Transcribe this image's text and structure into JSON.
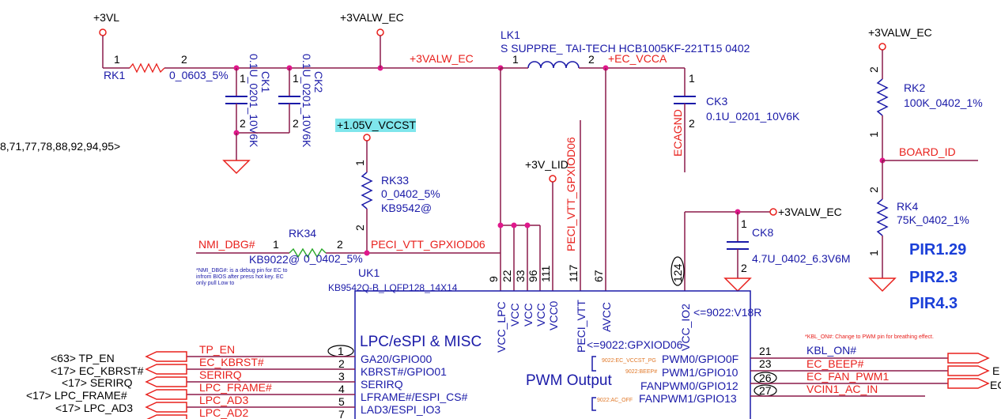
{
  "nets": {
    "p3vl": "+3VL",
    "p3valw_top": "+3VALW_EC",
    "p3valw_wire": "+3VALW_EC",
    "p3valw_right": "+3VALW_EC",
    "p3valw_ck8": "+3VALW_EC",
    "ec_vcca": "+EC_VCCA",
    "vccst": "+1.05V_VCCST",
    "p3v_lid": "+3V_LID",
    "board_id": "BOARD_ID",
    "ecagnd": "ECAGND",
    "peci_vtt_vertical": "PECI_VTT_GPXIOD06",
    "peci_vtt_wire": "PECI_VTT_GPXIOD06",
    "nmi_dbg": "NMI_DBG#",
    "offpage_refs": "8,71,77,78,88,92,94,95>"
  },
  "components": {
    "rk1": {
      "ref": "RK1",
      "value": "0_0603_5%",
      "pin1": "1",
      "pin2": "2"
    },
    "ck1": {
      "ref": "CK1",
      "value": "0.1U_0201_10V6K",
      "pin1": "1",
      "pin2": "2"
    },
    "ck2": {
      "ref": "CK2",
      "value": "0.1U_0201_10V6K",
      "pin1": "1",
      "pin2": "2"
    },
    "lk1": {
      "ref": "LK1",
      "value": "S SUPPRE_ TAI-TECH HCB1005KF-221T15 0402",
      "pin1": "1",
      "pin2": "2"
    },
    "ck3": {
      "ref": "CK3",
      "value": "0.1U_0201_10V6K",
      "pin1": "1",
      "pin2": "2"
    },
    "rk2": {
      "ref": "RK2",
      "value": "100K_0402_1%",
      "pin1": "1",
      "pin2": "2"
    },
    "rk4": {
      "ref": "RK4",
      "value": "75K_0402_1%",
      "pin1": "1",
      "pin2": "2"
    },
    "rk33": {
      "ref": "RK33",
      "value": "0_0402_5%",
      "variant": "KB9542@",
      "pin1": "1",
      "pin2": "2"
    },
    "rk34": {
      "ref": "RK34",
      "value": "0_0402_5%",
      "variant": "KB9022@",
      "pin1": "1",
      "pin2": "2"
    },
    "ck8": {
      "ref": "CK8",
      "value": "4.7U_0402_6.3V6M",
      "pin1": "1",
      "pin2": "2"
    },
    "uk1": {
      "ref": "UK1",
      "value": "KB9542Q-B_LQFP128_14X14"
    }
  },
  "notes": {
    "nmi_line1": "*NMI_DBG#: is a debug pin for EC to",
    "nmi_line2": "infrom BIOS after press hot key. EC",
    "nmi_line3": "only pull Low to",
    "kbl_note": "*KBL_ON#: Change to PWM pin for breathing effect."
  },
  "pir": [
    "PIR1.29",
    "PIR2.3",
    "PIR4.3"
  ],
  "chip": {
    "section_left": "LPC/eSPI & MISC",
    "section_right": "PWM Output",
    "power_pins": [
      {
        "num": "9",
        "name": "VCC_LPC"
      },
      {
        "num": "22",
        "name": "VCC"
      },
      {
        "num": "33",
        "name": "VCC"
      },
      {
        "num": "96",
        "name": "VCC"
      },
      {
        "num": "111",
        "name": "VCC0"
      },
      {
        "num": "117",
        "name": "PECI_VTT"
      },
      {
        "num": "67",
        "name": "AVCC"
      },
      {
        "num": "124",
        "name": "VCC_IO2"
      }
    ],
    "peci_variant": "<=9022:GPXIOD06",
    "io2_variant": "<=9022:V18R",
    "left_pins": [
      {
        "num": "1",
        "name": "",
        "net": "TP_EN",
        "ref": "<63>  TP_EN"
      },
      {
        "num": "2",
        "name": "GA20/GPIO00",
        "net": "EC_KBRST#",
        "ref": "<17>  EC_KBRST#"
      },
      {
        "num": "3",
        "name": "KBRST#/GPIO01",
        "net": "SERIRQ",
        "ref": "<17>  SERIRQ"
      },
      {
        "num": "4",
        "name": "SERIRQ",
        "net": "LPC_FRAME#",
        "ref": "<17>  LPC_FRAME#"
      },
      {
        "num": "5",
        "name": "LFRAME#/ESPI_CS#",
        "net": "LPC_AD3",
        "ref": "<17>  LPC_AD3"
      },
      {
        "num": "7",
        "name": "LAD3/ESPI_IO3",
        "net": "LPC_AD2",
        "ref": ""
      }
    ],
    "right_pins": [
      {
        "num": "21",
        "name": "PWM0/GPIO0F",
        "variant": "9022:EC_VCCST_PG",
        "net": "KBL_ON#"
      },
      {
        "num": "23",
        "name": "PWM1/GPIO10",
        "variant": "9022:BEEP#",
        "net": "EC_BEEP#"
      },
      {
        "num": "26",
        "name": "FANPWM0/GPIO12",
        "variant": "",
        "net": "EC_FAN_PWM1"
      },
      {
        "num": "27",
        "name": "FANPWM1/GPIO13",
        "variant": "9022:AC_OFF",
        "net": "VCIN1_AC_IN"
      }
    ],
    "right_offpage": [
      "E",
      "EC"
    ]
  }
}
